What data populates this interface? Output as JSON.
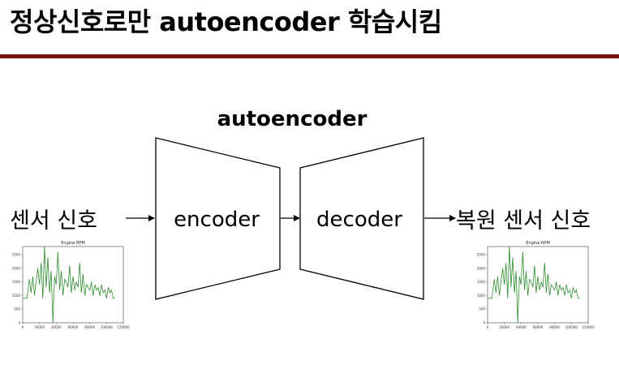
{
  "slide": {
    "title": "정상신호로만 autoencoder 학습시킴",
    "accent_color": "#7b1010"
  },
  "diagram": {
    "header": "autoencoder",
    "input_label": "센서 신호",
    "encoder_label": "encoder",
    "decoder_label": "decoder",
    "output_label": "복원 센서 신호"
  },
  "chart_data": [
    {
      "type": "line",
      "title": "Engine RPM",
      "xlim": [
        0,
        120000
      ],
      "ylim": [
        0,
        2800
      ],
      "xticks": [
        "0",
        "20000",
        "40000",
        "60000",
        "80000",
        "100000",
        "120000"
      ],
      "yticks": [
        "0",
        "500",
        "1000",
        "1500",
        "2000",
        "2500"
      ],
      "series": [
        {
          "color": "#2e8b2e",
          "x": [
            0,
            5000,
            8000,
            10000,
            12000,
            14000,
            16000,
            18000,
            20000,
            22000,
            24000,
            26000,
            28000,
            30000,
            32000,
            34000,
            36000,
            38000,
            40000,
            42000,
            44000,
            46000,
            48000,
            50000,
            52000,
            54000,
            56000,
            58000,
            60000,
            62000,
            64000,
            66000,
            68000,
            70000,
            72000,
            74000,
            76000,
            78000,
            80000,
            82000,
            84000,
            86000,
            88000,
            90000,
            92000,
            94000,
            96000,
            98000,
            100000,
            102000,
            104000,
            106000,
            108000,
            110000
          ],
          "y": [
            900,
            900,
            1600,
            1100,
            1700,
            1000,
            1500,
            2000,
            1400,
            2200,
            900,
            2800,
            1300,
            2400,
            1100,
            1900,
            0,
            1700,
            1400,
            2600,
            1200,
            1900,
            1000,
            1600,
            1500,
            1300,
            2100,
            1100,
            1700,
            1200,
            1500,
            1300,
            2200,
            1100,
            1800,
            1000,
            1400,
            1300,
            1200,
            1500,
            1000,
            1400,
            1200,
            1300,
            1000,
            1400,
            1100,
            1200,
            900,
            1300,
            1100,
            1200,
            900,
            900
          ]
        }
      ]
    },
    {
      "type": "line",
      "title": "Engine RPM",
      "xlim": [
        0,
        120000
      ],
      "ylim": [
        0,
        2800
      ],
      "xticks": [
        "0",
        "20000",
        "40000",
        "60000",
        "80000",
        "100000",
        "120000"
      ],
      "yticks": [
        "0",
        "500",
        "1000",
        "1500",
        "2000",
        "2500"
      ],
      "series": [
        {
          "color": "#2e8b2e",
          "x": [
            0,
            5000,
            8000,
            10000,
            12000,
            14000,
            16000,
            18000,
            20000,
            22000,
            24000,
            26000,
            28000,
            30000,
            32000,
            34000,
            36000,
            38000,
            40000,
            42000,
            44000,
            46000,
            48000,
            50000,
            52000,
            54000,
            56000,
            58000,
            60000,
            62000,
            64000,
            66000,
            68000,
            70000,
            72000,
            74000,
            76000,
            78000,
            80000,
            82000,
            84000,
            86000,
            88000,
            90000,
            92000,
            94000,
            96000,
            98000,
            100000,
            102000,
            104000,
            106000,
            108000,
            110000
          ],
          "y": [
            900,
            900,
            1600,
            1100,
            1700,
            1000,
            1500,
            2000,
            1400,
            2200,
            900,
            2800,
            1300,
            2400,
            1100,
            1900,
            0,
            1700,
            1400,
            2600,
            1200,
            1900,
            1000,
            1600,
            1500,
            1300,
            2100,
            1100,
            1700,
            1200,
            1500,
            1300,
            2200,
            1100,
            1800,
            1000,
            1400,
            1300,
            1200,
            1500,
            1000,
            1400,
            1200,
            1300,
            1000,
            1400,
            1100,
            1200,
            900,
            1300,
            1100,
            1200,
            900,
            900
          ]
        }
      ]
    }
  ]
}
